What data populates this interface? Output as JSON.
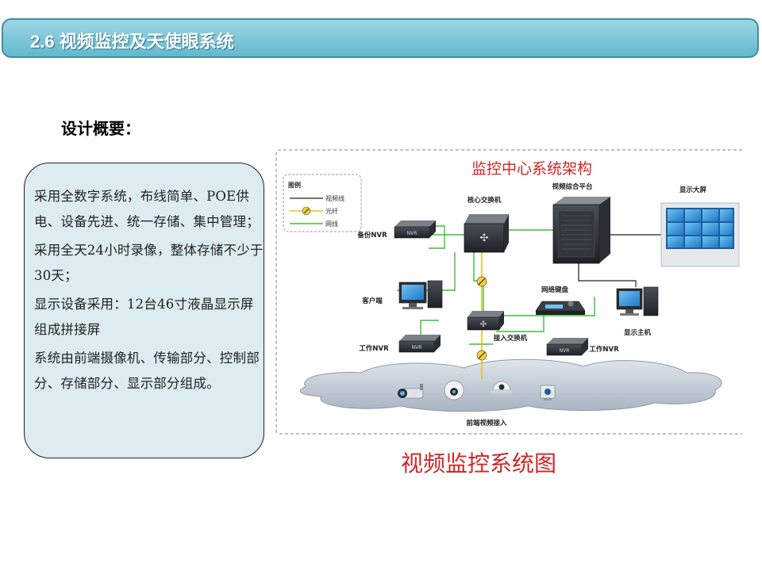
{
  "header": {
    "title": "2.6 视频监控及天使眼系统"
  },
  "section_heading": "设计概要：",
  "summary": {
    "paragraphs": [
      "采用全数字系统，布线简单、POE供电、设备先进、统一存储、集中管理；",
      "采用全天24小时录像，整体存储不少于30天；",
      "显示设备采用：12台46寸液晶显示屏组成拼接屏",
      "系统由前端摄像机、传输部分、控制部分、存储部分、显示部分组成。"
    ]
  },
  "diagram": {
    "title": "监控中心系统架构",
    "legend": {
      "title": "图例",
      "items": [
        "视频线",
        "光纤",
        "网线"
      ]
    },
    "labels": {
      "core_switch": "核心交换机",
      "video_platform": "视频综合平台",
      "big_screen": "显示大屏",
      "backup_nvr": "备份NVR",
      "client": "客户端",
      "network_keyboard": "网络键盘",
      "display_host": "显示主机",
      "access_switch": "接入交换机",
      "work_nvr_left": "工作NVR",
      "work_nvr_right": "工作NVR",
      "front_end": "前端视频接入",
      "nvr_tag": "NVR"
    },
    "colors": {
      "video_line": "#222222",
      "fiber": "#e8c020",
      "network_line": "#3cbf3c"
    }
  },
  "caption": "视频监控系统图"
}
